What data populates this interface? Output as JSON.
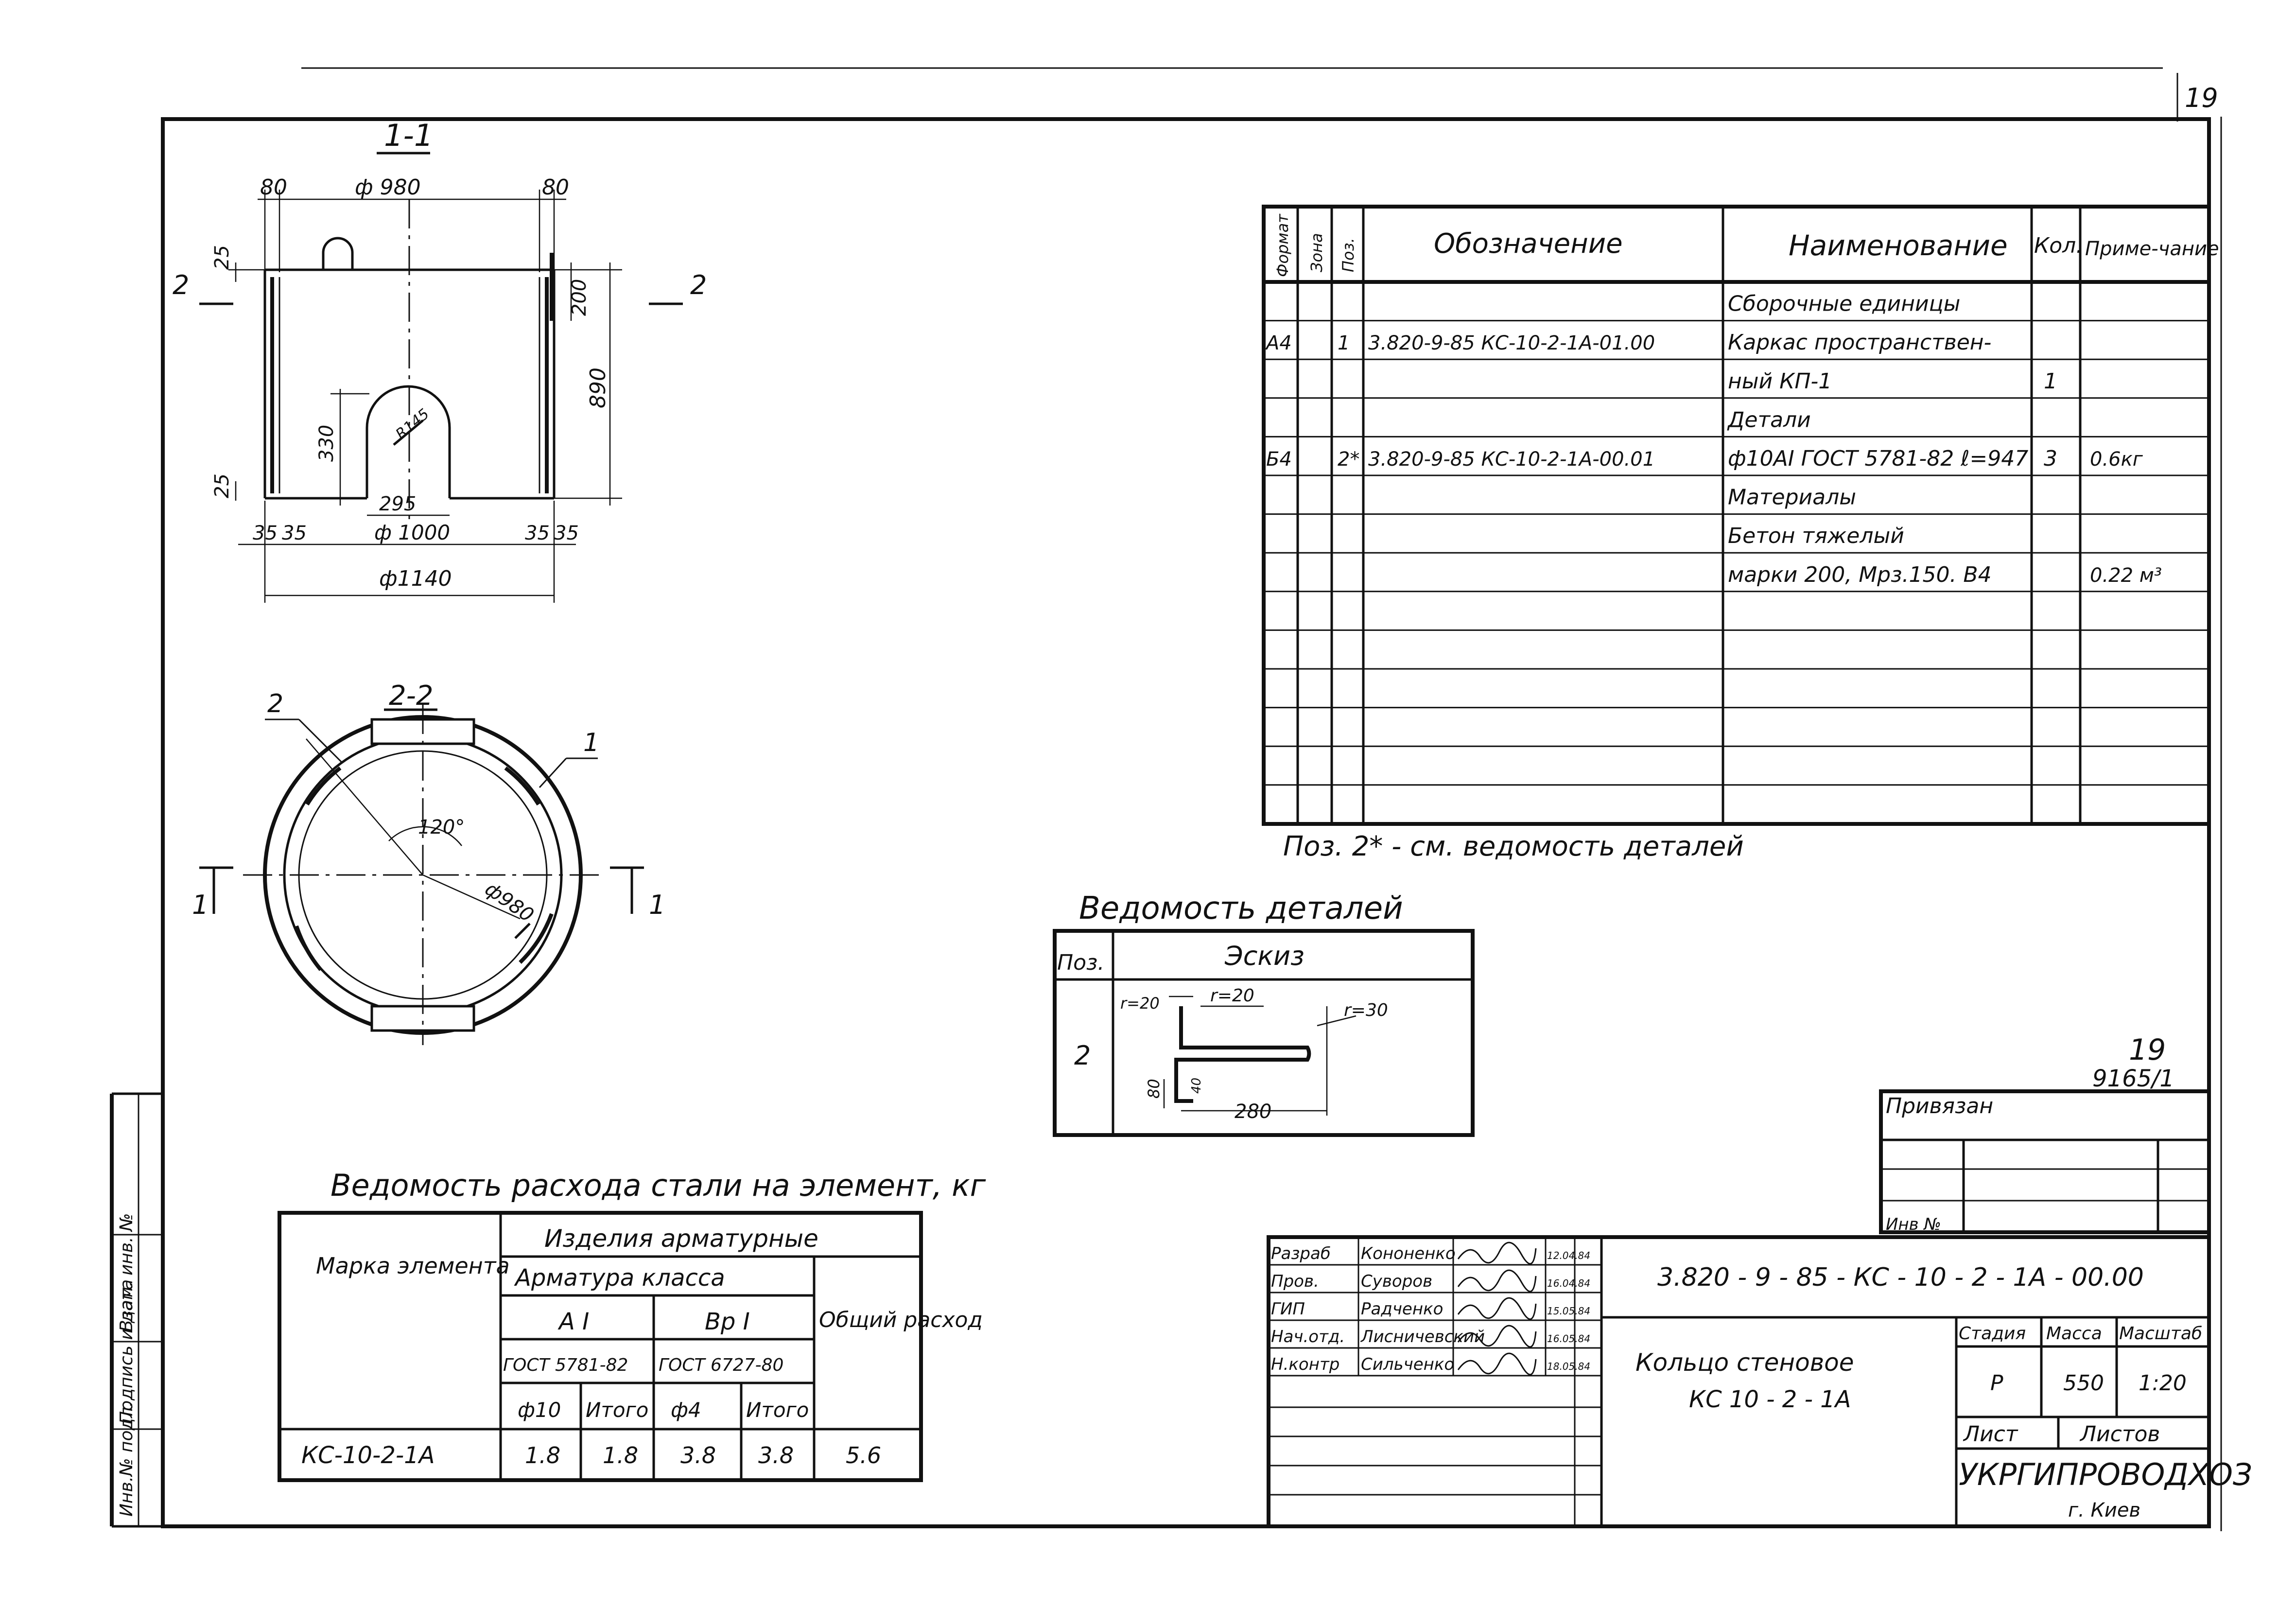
{
  "sheet": {
    "page_number": "19",
    "stamp_number": "19",
    "stamp_code": "9165/1"
  },
  "section_1_1": {
    "title": "1-1",
    "dims": {
      "wall_left": "80",
      "wall_right": "80",
      "diameter_inner": "ф 980",
      "top_offset": "25",
      "loop_height": "200",
      "height": "890",
      "opening_height": "330",
      "opening_radius": "R145",
      "bottom_offset": "25",
      "opening_width": "295",
      "diameter_mid": "ф 1000",
      "left_35a": "35",
      "left_35b": "35",
      "right_35a": "35",
      "right_35b": "35",
      "diameter_outer": "ф1140",
      "cut_left": "2",
      "cut_right": "2"
    }
  },
  "section_2_2": {
    "title": "2-2",
    "angle": "120°",
    "diameter": "ф980",
    "callout_1": "1",
    "callout_2": "2",
    "cut_left": "1",
    "cut_right": "1"
  },
  "spec_table": {
    "headers": [
      "Формат",
      "Зона",
      "Поз.",
      "Обозначение",
      "Наименование",
      "Кол.",
      "Приме-чание"
    ],
    "rows": [
      {
        "fmt": "",
        "zone": "",
        "pos": "",
        "designation": "",
        "name": "Сборочные единицы",
        "qty": "",
        "note": ""
      },
      {
        "fmt": "А4",
        "zone": "",
        "pos": "1",
        "designation": "3.820-9-85 КС-10-2-1А-01.00",
        "name": "Каркас пространствен-",
        "qty": "",
        "note": ""
      },
      {
        "fmt": "",
        "zone": "",
        "pos": "",
        "designation": "",
        "name": "ный КП-1",
        "qty": "1",
        "note": ""
      },
      {
        "fmt": "",
        "zone": "",
        "pos": "",
        "designation": "",
        "name": "Детали",
        "qty": "",
        "note": ""
      },
      {
        "fmt": "Б4",
        "zone": "",
        "pos": "2*",
        "designation": "3.820-9-85 КС-10-2-1А-00.01",
        "name": "ф10АI ГОСТ 5781-82 ℓ=947",
        "qty": "3",
        "note": "0.6кг"
      },
      {
        "fmt": "",
        "zone": "",
        "pos": "",
        "designation": "",
        "name": "Материалы",
        "qty": "",
        "note": ""
      },
      {
        "fmt": "",
        "zone": "",
        "pos": "",
        "designation": "",
        "name": "Бетон тяжелый",
        "qty": "",
        "note": ""
      },
      {
        "fmt": "",
        "zone": "",
        "pos": "",
        "designation": "",
        "name": "марки 200, Мрз.150. В4",
        "qty": "",
        "note": "0.22 м³"
      },
      {
        "fmt": "",
        "zone": "",
        "pos": "",
        "designation": "",
        "name": "",
        "qty": "",
        "note": ""
      },
      {
        "fmt": "",
        "zone": "",
        "pos": "",
        "designation": "",
        "name": "",
        "qty": "",
        "note": ""
      },
      {
        "fmt": "",
        "zone": "",
        "pos": "",
        "designation": "",
        "name": "",
        "qty": "",
        "note": ""
      },
      {
        "fmt": "",
        "zone": "",
        "pos": "",
        "designation": "",
        "name": "",
        "qty": "",
        "note": ""
      },
      {
        "fmt": "",
        "zone": "",
        "pos": "",
        "designation": "",
        "name": "",
        "qty": "",
        "note": ""
      },
      {
        "fmt": "",
        "zone": "",
        "pos": "",
        "designation": "",
        "name": "",
        "qty": "",
        "note": ""
      }
    ],
    "footnote": "Поз. 2* - см. ведомость деталей"
  },
  "details_table": {
    "title": "Ведомость деталей",
    "col_pos": "Поз.",
    "col_sketch": "Эскиз",
    "row_pos": "2",
    "dims": [
      "r=20",
      "r=20",
      "r=30",
      "80",
      "40",
      "280"
    ]
  },
  "steel_table": {
    "title": "Ведомость расхода стали на элемент, кг",
    "col_mark": "Марка элемента",
    "group": "Изделия арматурные",
    "subgroup": "Арматура класса",
    "class_a": "А I",
    "class_b": "Вр I",
    "gost_a": "ГОСТ 5781-82",
    "gost_b": "ГОСТ 6727-80",
    "col_total": "Общий расход",
    "sub_cols": [
      "ф10",
      "Итого",
      "ф4",
      "Итого"
    ],
    "row": {
      "mark": "КС-10-2-1А",
      "v1": "1.8",
      "v2": "1.8",
      "v3": "3.8",
      "v4": "3.8",
      "total": "5.6"
    }
  },
  "binding": {
    "label": "Привязан",
    "inv_label": "Инв №"
  },
  "title_block": {
    "roles": [
      {
        "role": "Разраб",
        "name": "Кононенко",
        "date": "12.04.84"
      },
      {
        "role": "Пров.",
        "name": "Суворов",
        "date": "16.04.84"
      },
      {
        "role": "ГИП",
        "name": "Радченко",
        "date": "15.05.84"
      },
      {
        "role": "Нач.отд.",
        "name": "Лисничевский",
        "date": "16.05.84"
      },
      {
        "role": "Н.контр",
        "name": "Сильченко",
        "date": "18.05.84"
      }
    ],
    "designation": "3.820 - 9 - 85 - КС - 10 - 2 - 1А - 00.00",
    "name_line1": "Кольцо стеновое",
    "name_line2": "КС 10 - 2 - 1А",
    "stage_label": "Стадия",
    "mass_label": "Масса",
    "scale_label": "Масштаб",
    "stage": "Р",
    "mass": "550",
    "scale": "1:20",
    "sheet_label": "Лист",
    "sheets_label": "Листов",
    "org": "УКРГИПРОВОДХОЗ",
    "city": "г. Киев"
  },
  "side_stamps": [
    "Инв.№ подл.",
    "Подпись и дата",
    "Взам. инв. №"
  ]
}
